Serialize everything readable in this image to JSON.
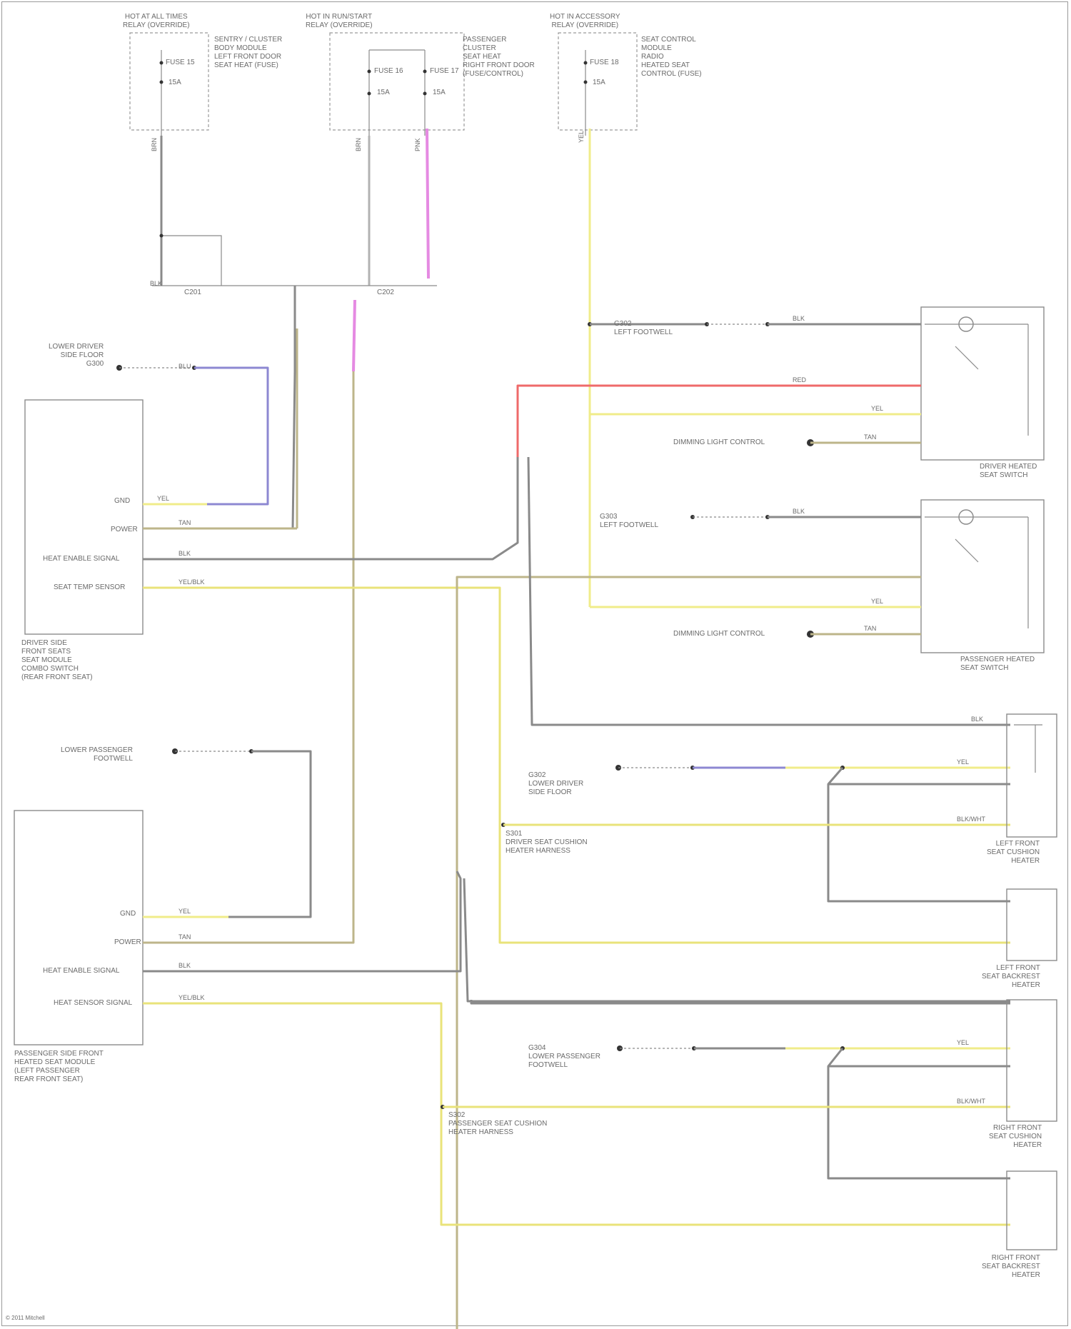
{
  "relays": [
    {
      "title_lines": [
        "HOT AT ALL TIMES",
        "RELAY (OVERRIDE)"
      ],
      "note_lines": [
        "SENTRY / CLUSTER",
        "BODY MODULE",
        "LEFT FRONT DOOR",
        "SEAT HEAT (FUSE)"
      ],
      "fuse": "FUSE 15",
      "amp": "15A"
    },
    {
      "title_lines": [
        "HOT IN RUN/START",
        "RELAY (OVERRIDE)"
      ],
      "note_lines": [
        "PASSENGER",
        "CLUSTER",
        "SEAT HEAT",
        "RIGHT FRONT DOOR",
        "(FUSE/CONTROL)"
      ],
      "fuse": "FUSE 16",
      "amp": "15A",
      "fuse2": "FUSE 17",
      "amp2": "15A"
    },
    {
      "title_lines": [
        "HOT IN ACCESSORY",
        "RELAY (OVERRIDE)"
      ],
      "note_lines": [
        "SEAT CONTROL",
        "MODULE",
        "RADIO",
        "HEATED SEAT",
        "CONTROL (FUSE)"
      ],
      "fuse": "FUSE 18",
      "amp": "15A"
    }
  ],
  "connectors": {
    "left": "C201",
    "right": "C202"
  },
  "driver_module": {
    "caption_lines": [
      "DRIVER SIDE",
      "FRONT SEATS",
      "SEAT MODULE",
      "COMBO SWITCH",
      "(REAR FRONT SEAT)"
    ],
    "pins": [
      "GND",
      "POWER",
      "HEAT ENABLE SIGNAL",
      "SEAT TEMP SENSOR"
    ]
  },
  "passenger_module": {
    "caption_lines": [
      "PASSENGER SIDE FRONT",
      "HEATED SEAT MODULE",
      "(LEFT PASSENGER",
      "REAR FRONT SEAT)"
    ],
    "pins": [
      "GND",
      "POWER",
      "HEAT ENABLE SIGNAL",
      "HEAT SENSOR SIGNAL"
    ]
  },
  "grounds": {
    "g1": [
      "LOWER DRIVER",
      "SIDE FLOOR",
      "G300"
    ],
    "g2": [
      "G302",
      "LEFT FOOTWELL"
    ],
    "g3": [
      "G303",
      "LEFT FOOTWELL"
    ],
    "g4": [
      "LOWER PASSENGER",
      "FOOTWELL"
    ],
    "g5": [
      "G302",
      "LOWER DRIVER",
      "SIDE FLOOR"
    ],
    "g6": [
      "G304",
      "LOWER PASSENGER",
      "FOOTWELL"
    ]
  },
  "switches": {
    "driver_caption": [
      "DRIVER HEATED",
      "SEAT SWITCH"
    ],
    "passenger_caption": [
      "PASSENGER HEATED",
      "SEAT SWITCH"
    ],
    "dimmer": "DIMMING LIGHT CONTROL"
  },
  "splices": {
    "s1": [
      "S301",
      "DRIVER SEAT CUSHION",
      "HEATER HARNESS"
    ],
    "s2": [
      "S302",
      "PASSENGER SEAT CUSHION",
      "HEATER HARNESS"
    ]
  },
  "heaters": [
    {
      "caption": [
        "LEFT FRONT",
        "SEAT CUSHION",
        "HEATER"
      ]
    },
    {
      "caption": [
        "LEFT FRONT",
        "SEAT BACKREST",
        "HEATER"
      ]
    },
    {
      "caption": [
        "RIGHT FRONT",
        "SEAT CUSHION",
        "HEATER"
      ]
    },
    {
      "caption": [
        "RIGHT FRONT",
        "SEAT BACKREST",
        "HEATER"
      ]
    }
  ],
  "wire_colors": {
    "brn": "BRN",
    "blk": "BLK",
    "blkwht": "BLK/WHT",
    "yel": "YEL",
    "tan": "TAN",
    "yelblk": "YEL/BLK",
    "red": "RED",
    "pnk": "PNK",
    "blu": "BLU"
  },
  "colors": {
    "gray_wire": "#8a8a8a",
    "tan_wire": "#bdb58a",
    "yellow_wire": "#f0ec8a",
    "red_wire": "#ef6a6a",
    "pink_wire": "#e58ae2",
    "blue_wire": "#8d88d2"
  },
  "footer": "© 2011 Mitchell"
}
